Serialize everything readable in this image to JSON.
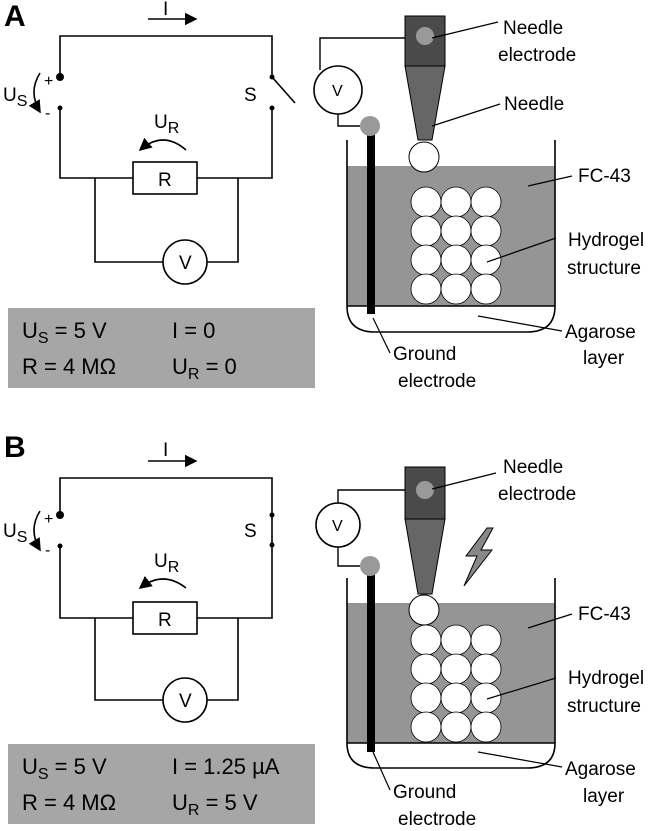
{
  "panel_a": {
    "letter": "A",
    "current": "I",
    "source_u": "U",
    "source_sub": "S",
    "plus": "+",
    "minus": "-",
    "switch": "S",
    "ur_u": "U",
    "ur_sub": "R",
    "resistor": "R",
    "voltmeter": "V",
    "probe_voltmeter": "V",
    "values": {
      "us_main": "U",
      "us_sub": "S",
      "us_val": " = 5 V",
      "r_val": "R = 4 MΩ",
      "i_val": "I = 0",
      "ur_main": "U",
      "ur_sub": "R",
      "ur_val": " = 0"
    },
    "labels": {
      "needle_electrode_1": "Needle",
      "needle_electrode_2": "electrode",
      "needle": "Needle",
      "fc43": "FC-43",
      "hydrogel_1": "Hydrogel",
      "hydrogel_2": "structure",
      "agarose_1": "Agarose",
      "agarose_2": "layer",
      "ground_1": "Ground",
      "ground_2": "electrode"
    }
  },
  "panel_b": {
    "letter": "B",
    "current": "I",
    "source_u": "U",
    "source_sub": "S",
    "plus": "+",
    "minus": "-",
    "switch": "S",
    "ur_u": "U",
    "ur_sub": "R",
    "resistor": "R",
    "voltmeter": "V",
    "probe_voltmeter": "V",
    "values": {
      "us_main": "U",
      "us_sub": "S",
      "us_val": " = 5 V",
      "r_val": "R = 4 MΩ",
      "i_val": "I = 1.25 µA",
      "ur_main": "U",
      "ur_sub": "R",
      "ur_val": " = 5 V"
    },
    "labels": {
      "needle_electrode_1": "Needle",
      "needle_electrode_2": "electrode",
      "fc43": "FC-43",
      "hydrogel_1": "Hydrogel",
      "hydrogel_2": "structure",
      "agarose_1": "Agarose",
      "agarose_2": "layer",
      "ground_1": "Ground",
      "ground_2": "electrode"
    }
  },
  "colors": {
    "liquid": "#959595",
    "needle_dark": "#4a4a4a",
    "needle_mid": "#666666",
    "value_box": "#a6a6a6",
    "probe_dot": "#999999"
  }
}
